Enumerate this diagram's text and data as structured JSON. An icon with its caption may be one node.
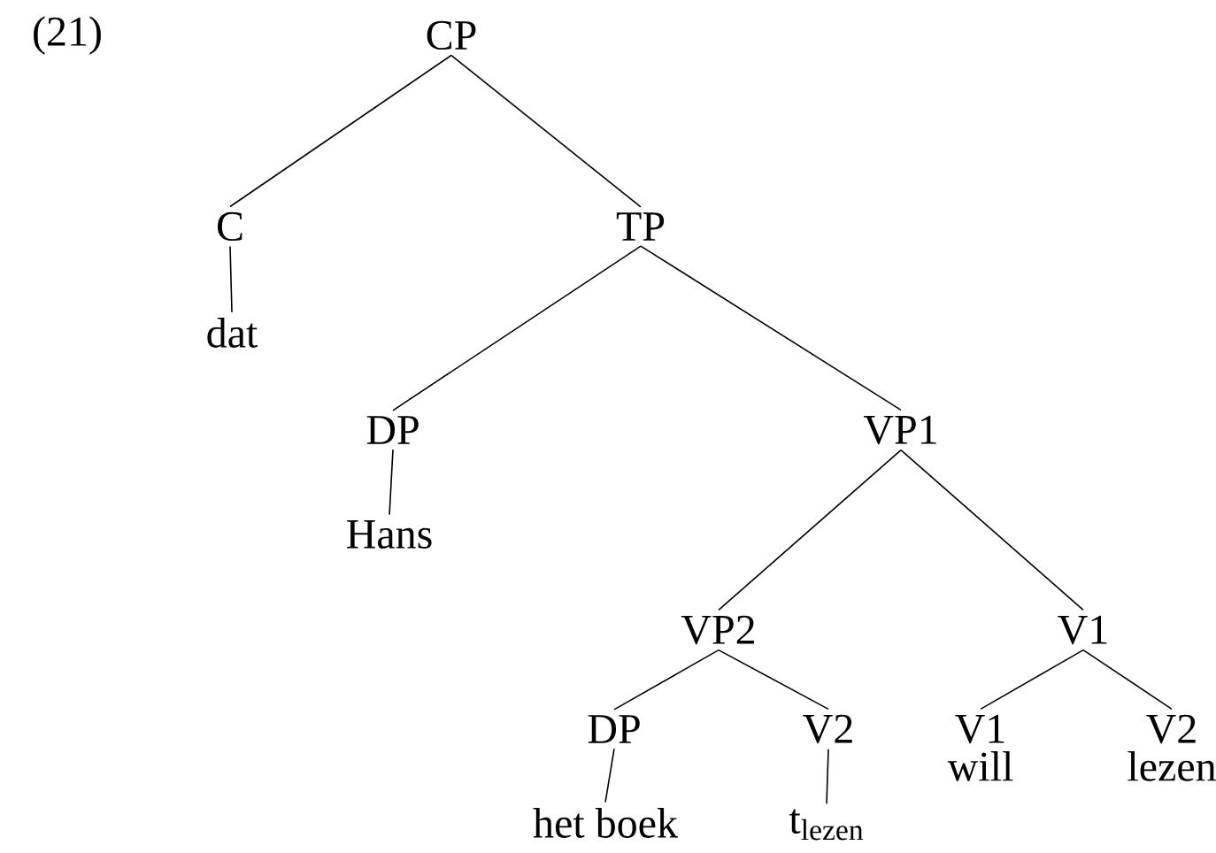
{
  "diagram": {
    "nodes": [
      {
        "text": [
          "CP"
        ]
      },
      {
        "text": [
          "C"
        ]
      },
      {
        "text": [
          "dat"
        ]
      },
      {
        "text": [
          "TP"
        ]
      },
      {
        "text": [
          "DP"
        ]
      },
      {
        "text": [
          "Hans"
        ]
      },
      {
        "text": [
          "VP1"
        ]
      },
      {
        "text": [
          "VP2"
        ]
      },
      {
        "text": [
          "V1"
        ]
      },
      {
        "text": [
          "DP"
        ]
      },
      {
        "text": [
          "het boek"
        ]
      },
      {
        "text": [
          "V2"
        ]
      },
      {
        "text": [
          "t$_{lezen}$"
        ]
      },
      {
        "text": [
          "V1"
        ],
        "beside": [
          "will"
        ]
      },
      {
        "text": [
          "V2"
        ],
        "beside": [
          "lezen"
        ]
      }
    ],
    "edges": [
      {
        "from": 0,
        "to": 1,
        "arrow": "none"
      },
      {
        "from": 0,
        "to": 3,
        "arrow": "none"
      },
      {
        "from": 1,
        "to": 2,
        "arrow": "none"
      },
      {
        "from": 3,
        "to": 4,
        "arrow": "none"
      },
      {
        "from": 3,
        "to": 6,
        "arrow": "none"
      },
      {
        "from": 4,
        "to": 5,
        "arrow": "none"
      },
      {
        "from": 6,
        "to": 7,
        "arrow": "none"
      },
      {
        "from": 6,
        "to": 8,
        "arrow": "none"
      },
      {
        "from": 7,
        "to": 9,
        "arrow": "none"
      },
      {
        "from": 7,
        "to": 11,
        "arrow": "none"
      },
      {
        "from": 9,
        "to": 10,
        "arrow": "none"
      },
      {
        "from": 11,
        "to": 12,
        "arrow": "none"
      },
      {
        "from": 8,
        "to": 13,
        "arrow": "none"
      },
      {
        "from": 8,
        "to": 14,
        "arrow": "none"
      }
    ],
    "labels": [
      "(21)"
    ]
  }
}
